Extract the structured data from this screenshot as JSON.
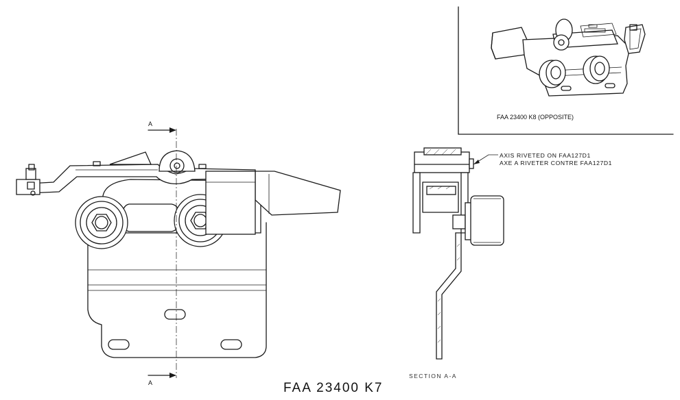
{
  "drawing": {
    "main_title": "FAA 23400 K7",
    "inset_caption": "FAA 23400 K8  (OPPOSITE)",
    "section_marker_top": "A",
    "section_marker_bottom": "A",
    "section_label": "SECTION A-A",
    "note_line_1": "AXIS RIVETED ON FAA127D1",
    "note_line_2": "AXE A RIVETER CONTRE FAA127D1"
  }
}
